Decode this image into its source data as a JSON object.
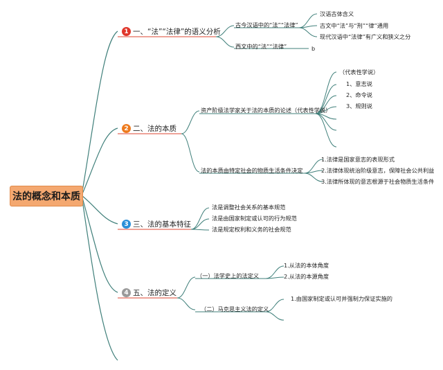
{
  "root": "法的概念和本质",
  "topics": [
    {
      "num": "1",
      "label": "一、“法”“法律”的语义分析",
      "children": [
        {
          "label": "古今汉语中的“法”“法律”",
          "children": [
            "汉语古体含义",
            "古文中“法”与“刑”“律”通用",
            "现代汉语中“法律”有广义和狭义之分"
          ]
        },
        {
          "label": "西文中的“法”“法律”",
          "children": [
            "b"
          ]
        }
      ]
    },
    {
      "num": "2",
      "label": "二、法的本质",
      "children": [
        {
          "label": "资产阶级法学家关于法的本质的论述（代表性学说）",
          "children": [
            "（代表性学说）",
            "1、意志说",
            "2、命令说",
            "3、规则说"
          ]
        },
        {
          "label": "法的本质由特定社会的物质生活条件决定",
          "children": [
            "1.法律是国家意志的表现形式",
            "2.法律体现统治阶级意志，保障社会公共利益",
            "3.法律所体现的意志根源于社会物质生活条件"
          ]
        }
      ]
    },
    {
      "num": "3",
      "label": "三、法的基本特征",
      "children": [
        {
          "label": "法是调整社会关系的基本规范",
          "children": []
        },
        {
          "label": "法是由国家制定或认可的行为规范",
          "children": []
        },
        {
          "label": "法是规定权利和义务的社会规范",
          "children": []
        }
      ]
    },
    {
      "num": "4",
      "label": "五、法的定义",
      "children": [
        {
          "label": "（一）法学史上的法定义",
          "children": [
            "1.从法的本体角度",
            "2.从法的本源角度"
          ]
        },
        {
          "label": "（二）马克思主义法的定义",
          "children": [
            "1.由国家制定或认可并强制力保证实施的"
          ]
        }
      ]
    }
  ],
  "colors": {
    "root_fill": "#f4a870",
    "branch": "#3f7f7a",
    "badge_1": "#e0362a",
    "badge_2": "#ee7b1f",
    "badge_3": "#2a8fd8",
    "badge_4": "#9a9a9a",
    "topic_underline": "#e36b5a"
  }
}
